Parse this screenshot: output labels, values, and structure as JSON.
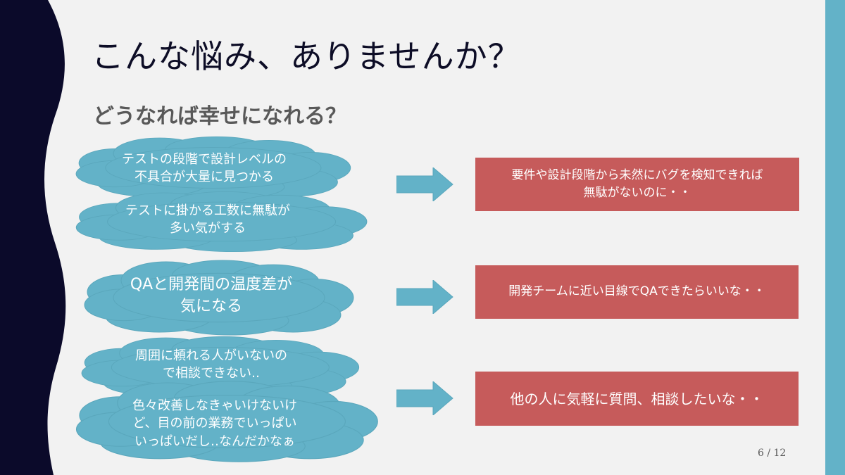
{
  "slide": {
    "title": "こんな悩み、ありませんか？",
    "subtitle": "どうなれば幸せになれる？",
    "page_number": "6 / 12"
  },
  "colors": {
    "background": "#f2f2f2",
    "left_band": "#0b0a2a",
    "right_band": "#63b2c8",
    "cloud": "#63b2c8",
    "arrow": "#63b2c8",
    "box": "#c65b5b"
  },
  "worries": [
    "テストの段階で設計レベルの\n不具合が大量に見つかる",
    "テストに掛かる工数に無駄が\n多い気がする",
    "QAと開発間の温度差が\n気になる",
    "周囲に頼れる人がいないの\nで相談できない‥",
    "色々改善しなきゃいけないけ\nど、目の前の業務でいっぱい\nいっぱいだし‥なんだかなぁ"
  ],
  "wishes": [
    "要件や設計段階から未然にバグを検知できれば\n無駄がないのに・・",
    "開発チームに近い目線でQAできたらいいな・・",
    "他の人に気軽に質問、相談したいな・・"
  ]
}
